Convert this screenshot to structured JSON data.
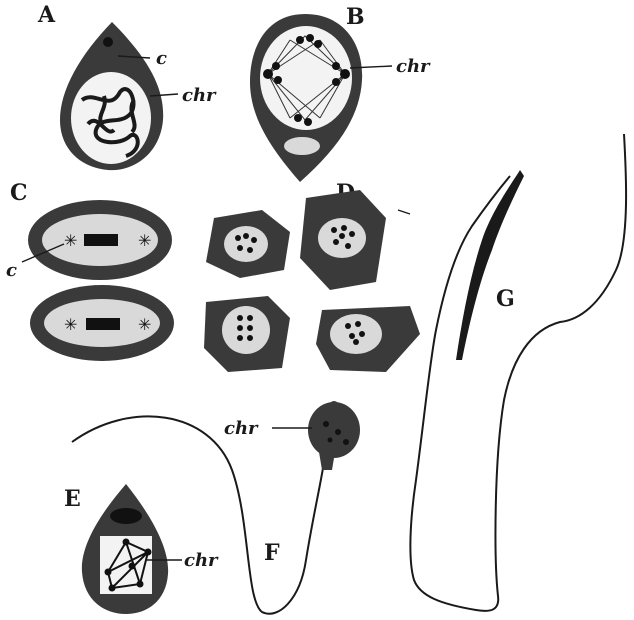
{
  "figure": {
    "panels": {
      "A": {
        "letter": "A",
        "labels": {
          "c": "c",
          "chr": "chr"
        }
      },
      "B": {
        "letter": "B",
        "labels": {
          "chr": "chr"
        }
      },
      "C": {
        "letter": "C",
        "labels": {
          "c": "c"
        }
      },
      "D": {
        "letter": "D"
      },
      "E": {
        "letter": "E",
        "labels": {
          "chr": "chr"
        }
      },
      "F": {
        "letter": "F",
        "labels": {
          "chr": "chr"
        }
      },
      "G": {
        "letter": "G"
      }
    },
    "colors": {
      "ink": "#1a1a1a",
      "shade": "#3a3a3a",
      "background": "#ffffff"
    }
  }
}
